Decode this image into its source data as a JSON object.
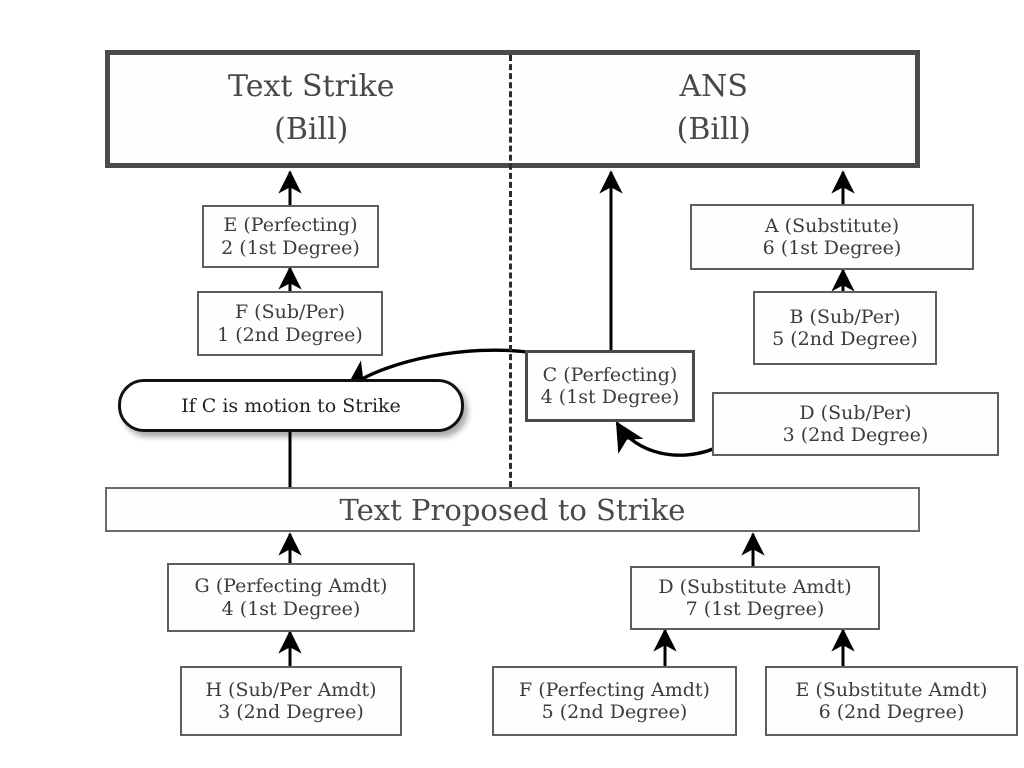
{
  "diagram": {
    "title_left": {
      "line1": "Text Strike",
      "line2": "(Bill)"
    },
    "title_right": {
      "line1": "ANS",
      "line2": "(Bill)"
    },
    "mid_bar_label": "Text Proposed to Strike",
    "callout_label": "If C is motion to Strike",
    "colors": {
      "background": "#ffffff",
      "box_fill": "#fefefe",
      "box_border": "#5e5e5e",
      "header_border": "#4a4a4a",
      "text": "#3c3c3c",
      "connector": "#000000",
      "divider": "#2d2d2d"
    },
    "nodes": [
      {
        "id": "E",
        "line1": "E (Perfecting)",
        "line2": "2 (1st Degree)"
      },
      {
        "id": "F",
        "line1": "F (Sub/Per)",
        "line2": "1 (2nd Degree)"
      },
      {
        "id": "C",
        "line1": "C (Perfecting)",
        "line2": "4 (1st Degree)"
      },
      {
        "id": "A",
        "line1": "A (Substitute)",
        "line2": "6 (1st Degree)"
      },
      {
        "id": "B",
        "line1": "B (Sub/Per)",
        "line2": "5 (2nd Degree)"
      },
      {
        "id": "D",
        "line1": "D (Sub/Per)",
        "line2": "3 (2nd Degree)"
      },
      {
        "id": "G",
        "line1": "G (Perfecting Amdt)",
        "line2": "4 (1st Degree)"
      },
      {
        "id": "H",
        "line1": "H (Sub/Per Amdt)",
        "line2": "3 (2nd Degree)"
      },
      {
        "id": "D2",
        "line1": "D (Substitute Amdt)",
        "line2": "7 (1st Degree)"
      },
      {
        "id": "F2",
        "line1": "F (Perfecting Amdt)",
        "line2": "5 (2nd Degree)"
      },
      {
        "id": "E2",
        "line1": "E (Substitute Amdt)",
        "line2": "6 (2nd Degree)"
      }
    ]
  }
}
